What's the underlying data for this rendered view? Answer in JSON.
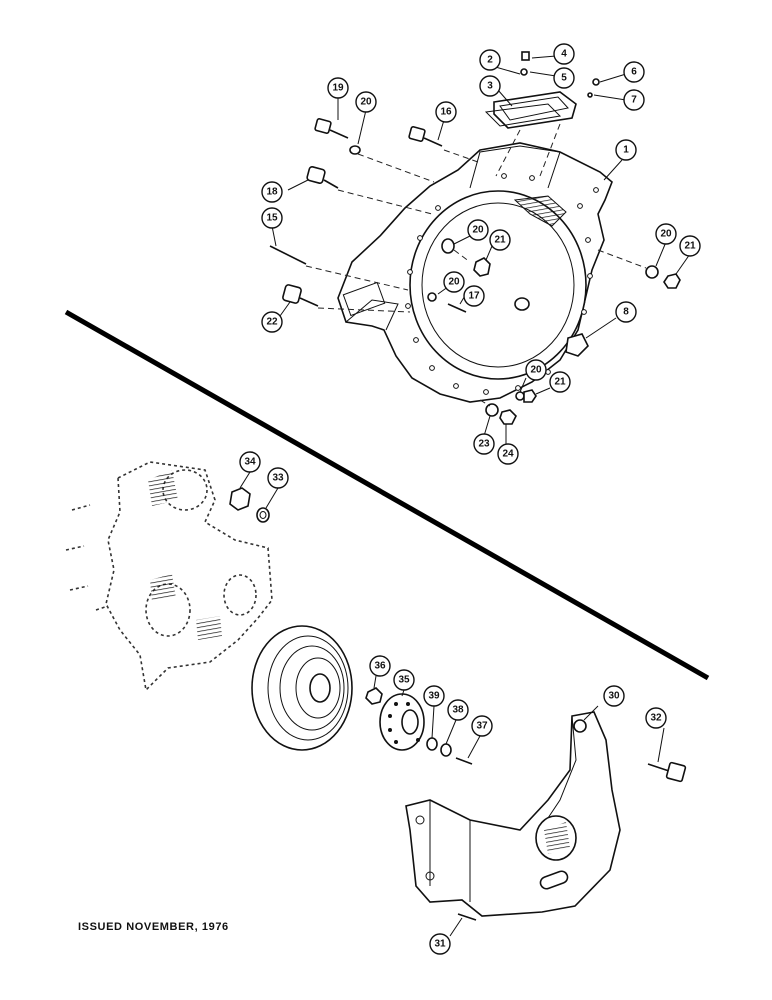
{
  "footer": {
    "issued": "ISSUED NOVEMBER, 1976"
  },
  "callouts": {
    "c1": "1",
    "c2": "2",
    "c3": "3",
    "c4": "4",
    "c5": "5",
    "c6": "6",
    "c7": "7",
    "c8": "8",
    "c15": "15",
    "c16": "16",
    "c17": "17",
    "c18": "18",
    "c19": "19",
    "c20a": "20",
    "c20b": "20",
    "c20c": "20",
    "c20d": "20",
    "c20e": "20",
    "c21a": "21",
    "c21b": "21",
    "c21c": "21",
    "c22": "22",
    "c23": "23",
    "c24": "24",
    "c30": "30",
    "c31": "31",
    "c32": "32",
    "c33": "33",
    "c34": "34",
    "c35": "35",
    "c36": "36",
    "c37": "37",
    "c38": "38",
    "c39": "39"
  }
}
